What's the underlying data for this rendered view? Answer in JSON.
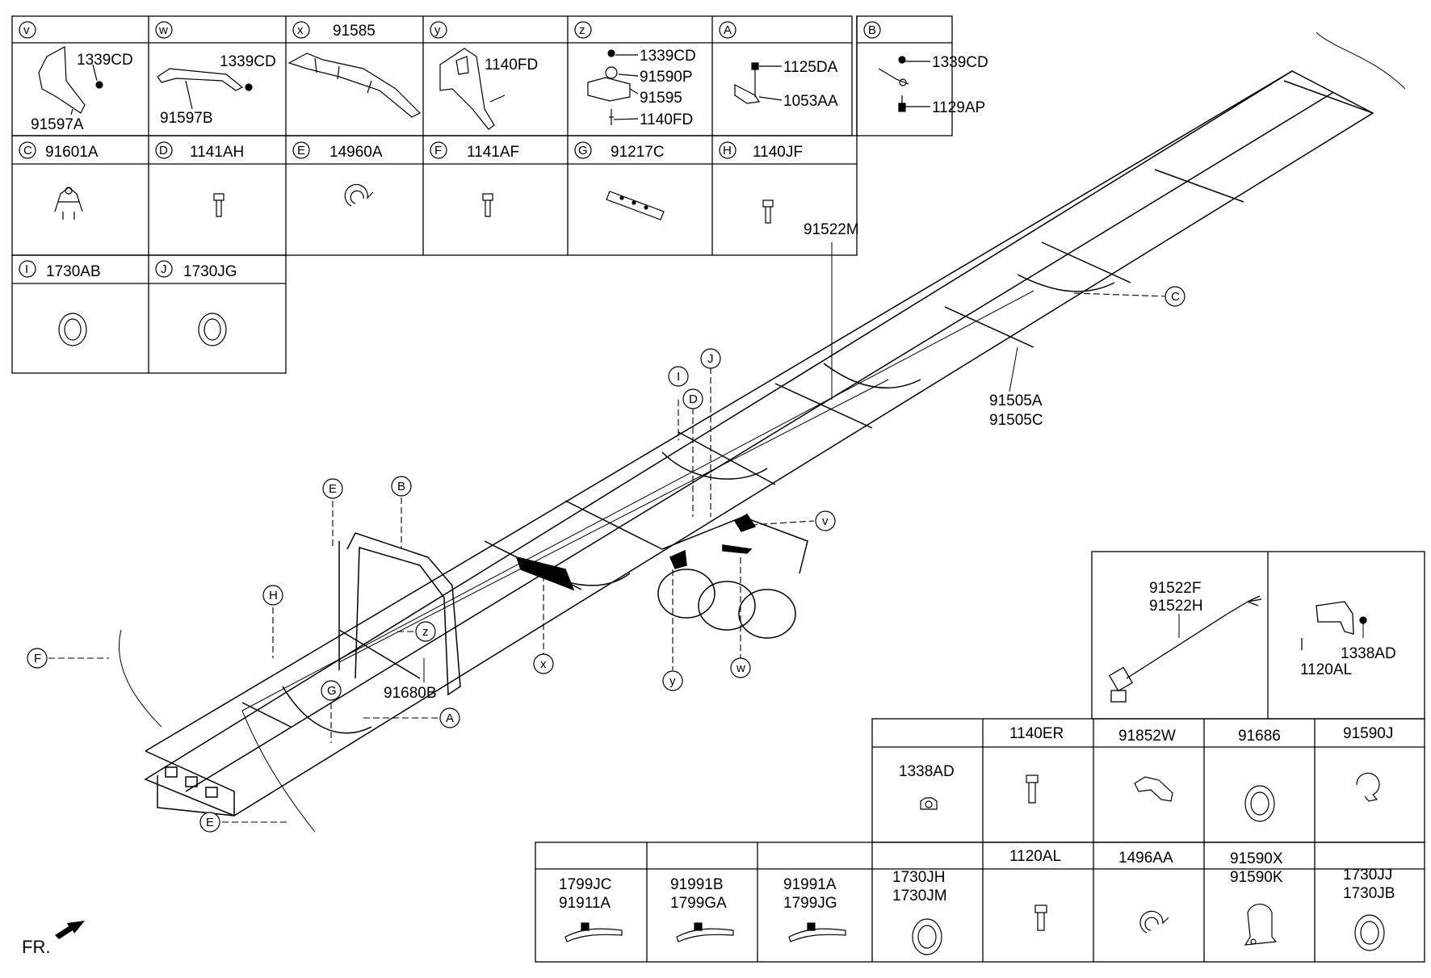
{
  "panels_top": [
    {
      "letter": "v",
      "title": "",
      "labels": [
        "1339CD",
        "91597A"
      ]
    },
    {
      "letter": "w",
      "title": "",
      "labels": [
        "1339CD",
        "91597B"
      ]
    },
    {
      "letter": "x",
      "title": "91585",
      "labels": []
    },
    {
      "letter": "y",
      "title": "",
      "labels": [
        "1140FD"
      ]
    },
    {
      "letter": "z",
      "title": "",
      "labels": [
        "1339CD",
        "91590P",
        "91595",
        "1140FD"
      ]
    },
    {
      "letter": "A",
      "title": "",
      "labels": [
        "1125DA",
        "1053AA"
      ]
    },
    {
      "letter": "B",
      "title": "",
      "labels": [
        "1339CD",
        "1129AP"
      ]
    }
  ],
  "panels_row2": [
    {
      "letter": "C",
      "title": "91601A"
    },
    {
      "letter": "D",
      "title": "1141AH"
    },
    {
      "letter": "E",
      "title": "14960A"
    },
    {
      "letter": "F",
      "title": "1141AF"
    },
    {
      "letter": "G",
      "title": "91217C"
    },
    {
      "letter": "H",
      "title": "1140JF"
    }
  ],
  "panels_row3": [
    {
      "letter": "I",
      "title": "1730AB"
    },
    {
      "letter": "J",
      "title": "1730JG"
    }
  ],
  "frame_labels": {
    "m91522": "91522M",
    "a91505": "91505A",
    "c91505": "91505C",
    "b91680": "91680B"
  },
  "callouts": [
    "C",
    "I",
    "J",
    "D",
    "E",
    "B",
    "v",
    "H",
    "z",
    "F",
    "G",
    "A",
    "x",
    "y",
    "w",
    "E"
  ],
  "box_right": {
    "cable_1": "91522F",
    "cable_2": "91522H",
    "bracket_1": "1338AD",
    "bracket_2": "1120AL"
  },
  "grid_row1": [
    {
      "header": "",
      "label": "1338AD"
    },
    {
      "header": "1140ER",
      "label": ""
    },
    {
      "header": "91852W",
      "label": ""
    },
    {
      "header": "91686",
      "label": ""
    },
    {
      "header": "91590J",
      "label": ""
    }
  ],
  "grid_row2": [
    {
      "header": "",
      "labels": [
        "1799JC",
        "91911A"
      ]
    },
    {
      "header": "",
      "labels": [
        "91991B",
        "1799GA"
      ]
    },
    {
      "header": "",
      "labels": [
        "91991A",
        "1799JG"
      ]
    },
    {
      "header": "",
      "labels": [
        "1730JH",
        "1730JM"
      ]
    },
    {
      "header": "1120AL",
      "labels": []
    },
    {
      "header": "1496AA",
      "labels": []
    },
    {
      "header": "",
      "labels": [
        "91590X",
        "91590K"
      ]
    },
    {
      "header": "",
      "labels": [
        "1730JJ",
        "1730JB"
      ]
    }
  ],
  "fr_label": "FR."
}
